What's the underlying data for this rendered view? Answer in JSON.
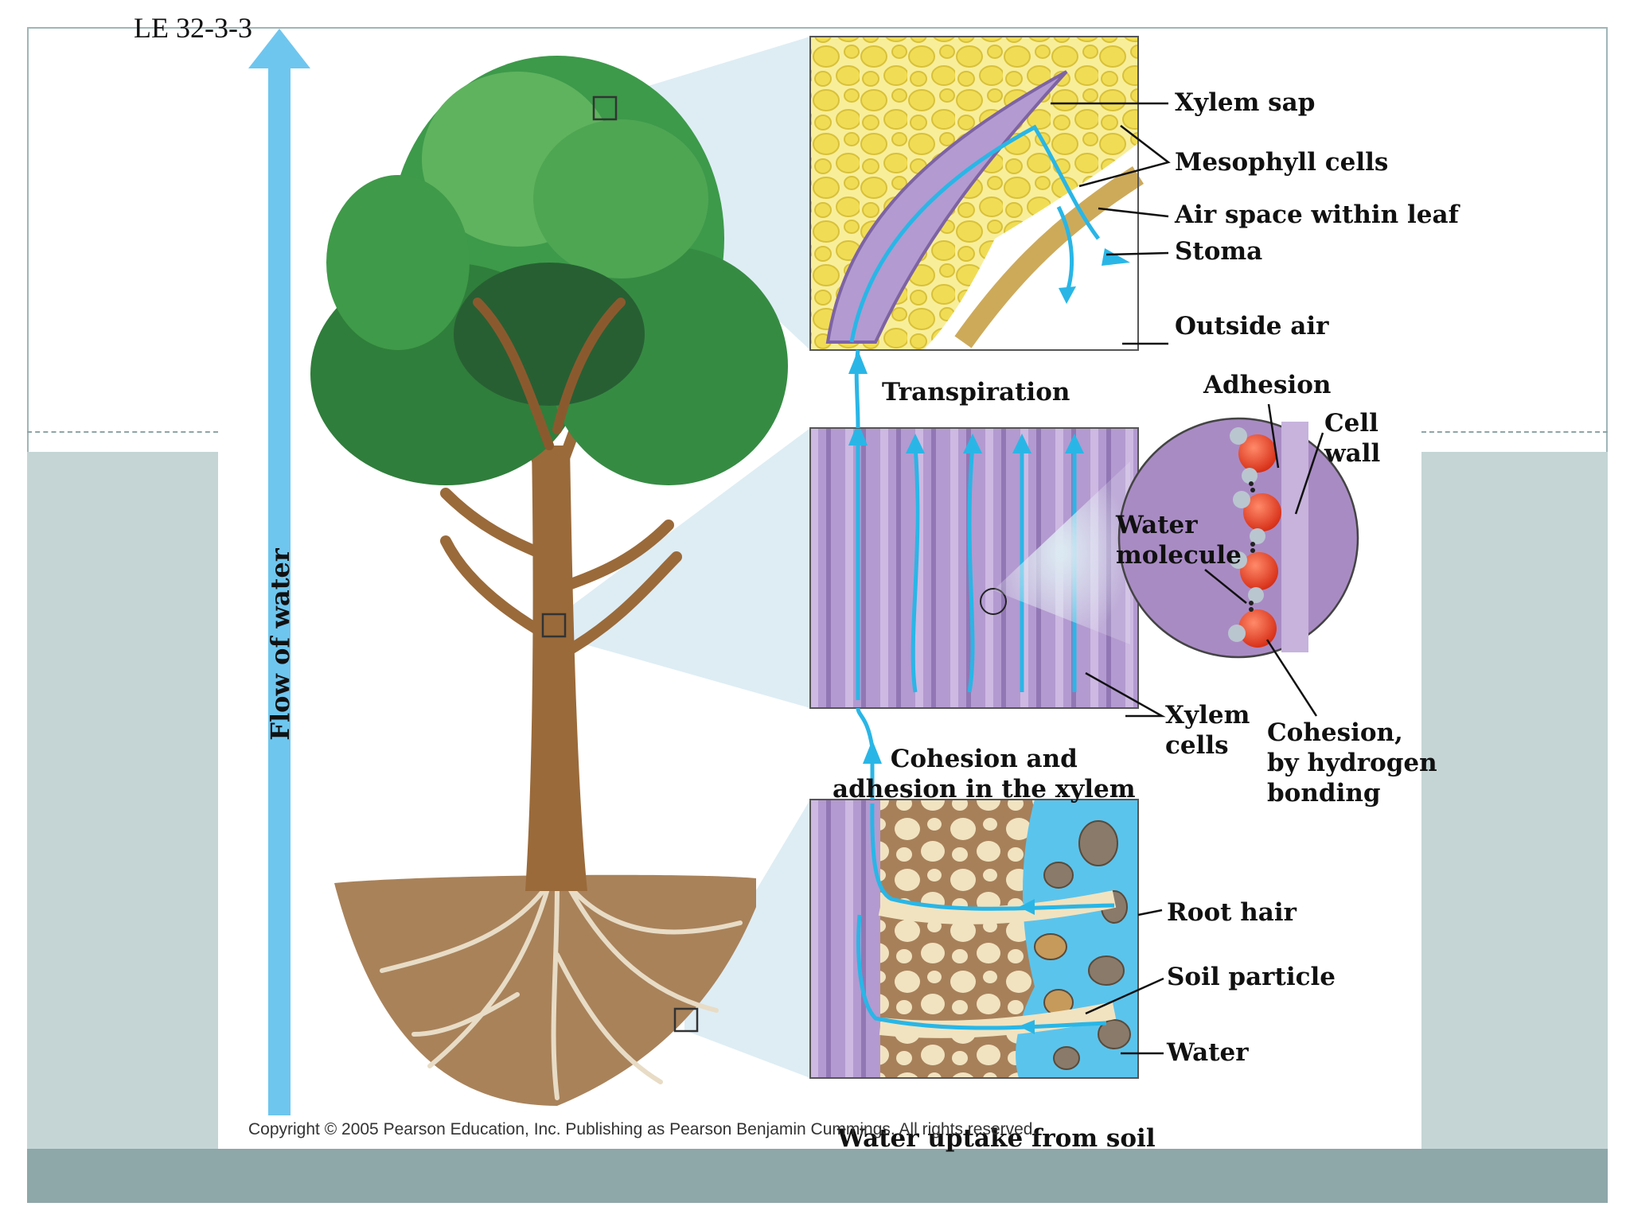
{
  "slide": {
    "id": "LE 32-3-3"
  },
  "flow_label": "Flow of water",
  "captions": {
    "transpiration": "Transpiration",
    "cohesion": "Cohesion and\nadhesion in the xylem",
    "uptake": "Water uptake from soil"
  },
  "labels": {
    "xylem_sap": "Xylem sap",
    "mesophyll": "Mesophyll cells",
    "air_space": "Air space within leaf",
    "stoma": "Stoma",
    "outside_air": "Outside air",
    "adhesion": "Adhesion",
    "cell_wall": "Cell\nwall",
    "water_molecule": "Water\nmolecule",
    "xylem_cells": "Xylem\ncells",
    "cohesion_h": "Cohesion,\nby hydrogen\nbonding",
    "root_hair": "Root hair",
    "soil_particle": "Soil particle",
    "water": "Water"
  },
  "copyright": "Copyright © 2005 Pearson Education, Inc. Publishing as Pearson Benjamin Cummings. All rights reserved.",
  "colors": {
    "water_arrow": "#29b6e6",
    "flow_arrow": "#6ec6ef",
    "xylem": "#a98bc4",
    "mesophyll": "#f4e36a",
    "soil": "#a9825a",
    "bark": "#9a6a3a",
    "foliage": "#3d9a4a",
    "molecule": "#e23a22",
    "background_band": "#c5d5d6"
  }
}
